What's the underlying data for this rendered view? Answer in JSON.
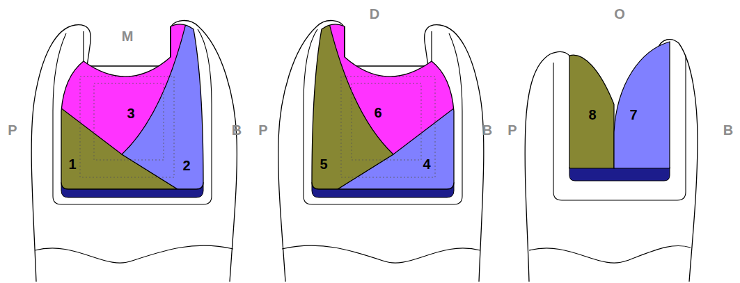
{
  "diagram": {
    "labels": [
      "M",
      "D",
      "O",
      "P",
      "B",
      "P",
      "B",
      "P",
      "B",
      "3",
      "1",
      "2",
      "6",
      "5",
      "4",
      "8",
      "7"
    ]
  }
}
